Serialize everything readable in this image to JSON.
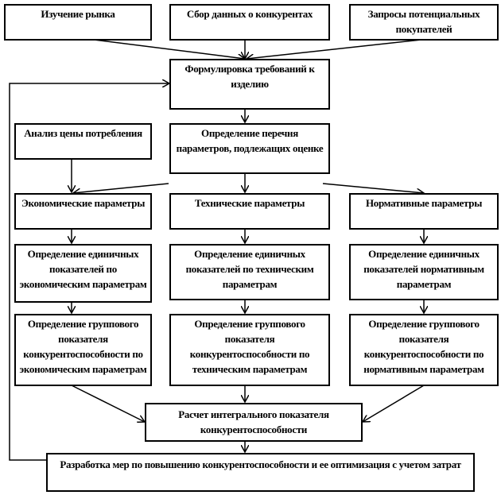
{
  "boxes": {
    "market_research": "Изучение рынка",
    "competitor_data": "Сбор данных о конкурентах",
    "buyer_requests": "Запросы потенциальных покупателей",
    "requirements": "Формулировка требований к изделию",
    "price_analysis": "Анализ цены потребления",
    "param_list": "Определение перечня параметров, подлежащих оценке",
    "economic_params": "Экономические параметры",
    "technical_params": "Технические параметры",
    "normative_params": "Нормативные параметры",
    "economic_unit": "Определение единичных показателей по экономическим параметрам",
    "technical_unit": "Определение единичных показателей по техническим параметрам",
    "normative_unit": "Определение единичных показателей нормативным параметрам",
    "economic_group": "Определение группового показателя конкурентоспособности по экономическим параметрам",
    "technical_group": "Определение группового показателя конкурентоспособности по техническим параметрам",
    "normative_group": "Определение группового показателя конкурентоспособности по нормативным параметрам",
    "integral": "Расчет интегрального показателя конкурентоспособности",
    "measures": "Разработка мер по повышению конкурентоспособности и ее оптимизация с учетом затрат"
  }
}
